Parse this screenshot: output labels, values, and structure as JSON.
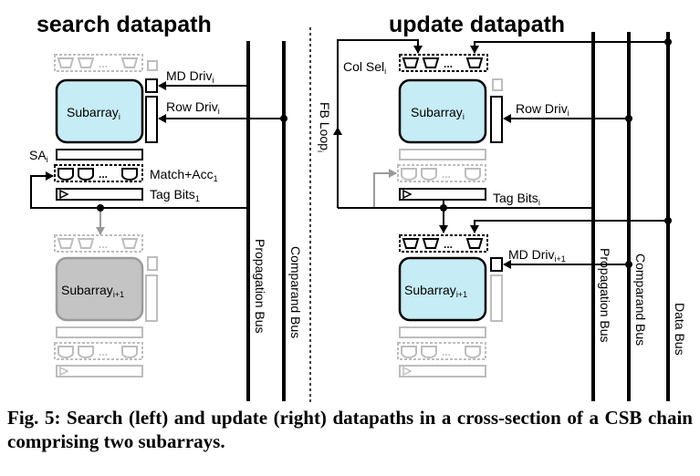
{
  "left_panel": {
    "title": "search datapath",
    "md_driv": "MD Driv",
    "md_driv_sub": "i",
    "row_driv": "Row Driv",
    "row_driv_sub": "i",
    "subarray_i": "Subarray",
    "subarray_i_sub": "i",
    "sa": "SA",
    "sa_sub": "i",
    "match_acc": "Match+Acc",
    "match_acc_sub": "1",
    "tag_bits": "Tag Bits",
    "tag_bits_sub": "1",
    "subarray_next": "Subarray",
    "subarray_next_sub": "i+1",
    "propagation_bus": "Propagation Bus",
    "comparand_bus": "Comparand Bus",
    "dots": "..."
  },
  "right_panel": {
    "title": "update datapath",
    "col_sel": "Col Sel",
    "col_sel_sub": "i",
    "fb_loop": "FB Loop",
    "fb_loop_sub": "i",
    "row_driv": "Row Driv",
    "row_driv_sub": "i",
    "subarray_i": "Subarray",
    "subarray_i_sub": "i",
    "tag_bits": "Tag Bits",
    "tag_bits_sub": "i",
    "md_driv": "MD Driv",
    "md_driv_sub": "i+1",
    "subarray_next": "Subarray",
    "subarray_next_sub": "i+1",
    "propagation_bus": "Propagation Bus",
    "comparand_bus": "Comparand Bus",
    "data_bus": "Data Bus",
    "dots": "..."
  },
  "caption": "Fig. 5: Search (left) and update (right) datapaths in a cross-section of a CSB chain comprising two subarrays.",
  "colors": {
    "subarray_fill": "#c6ecf5",
    "subarray_inactive_fill": "#c4c4c4",
    "inactive_stroke": "#9a9a9a",
    "ghost_stroke": "#bdbdbd"
  }
}
